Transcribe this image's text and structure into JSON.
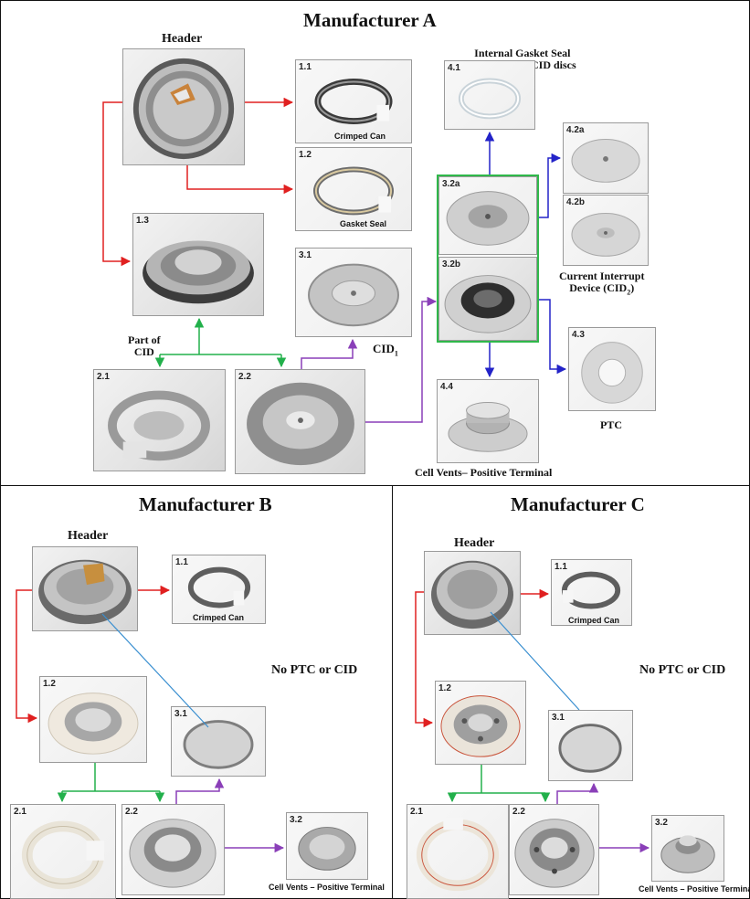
{
  "manufacturer_a": {
    "title": "Manufacturer A",
    "header_label": "Header",
    "items": {
      "i11": {
        "num": "1.1",
        "caption": "Crimped Can"
      },
      "i12": {
        "num": "1.2",
        "caption": "Gasket Seal"
      },
      "i13": {
        "num": "1.3"
      },
      "i21": {
        "num": "2.1"
      },
      "i22": {
        "num": "2.2"
      },
      "i31": {
        "num": "3.1"
      },
      "i32a": {
        "num": "3.2a"
      },
      "i32b": {
        "num": "3.2b"
      },
      "i41": {
        "num": "4.1"
      },
      "i42a": {
        "num": "4.2a"
      },
      "i42b": {
        "num": "4.2b"
      },
      "i43": {
        "num": "4.3"
      },
      "i44": {
        "num": "4.4"
      }
    },
    "labels": {
      "internal_gasket_line1": "Internal Gasket Seal",
      "internal_gasket_line2": "Between two CID discs",
      "part_of_cid_line1": "Part of",
      "part_of_cid_line2": "CID",
      "cid1": "CID",
      "cid1_sub": "1",
      "current_interrupt_line1": "Current Interrupt",
      "current_interrupt_line2": "Device (CID",
      "current_interrupt_sub": "2",
      "current_interrupt_close": ")",
      "ptc": "PTC",
      "cell_vents": "Cell Vents– Positive Terminal"
    }
  },
  "manufacturer_b": {
    "title": "Manufacturer B",
    "header_label": "Header",
    "note": "No PTC  or CID",
    "items": {
      "i11": {
        "num": "1.1",
        "caption": "Crimped Can"
      },
      "i12": {
        "num": "1.2"
      },
      "i21": {
        "num": "2.1"
      },
      "i22": {
        "num": "2.2"
      },
      "i31": {
        "num": "3.1"
      },
      "i32": {
        "num": "3.2"
      }
    },
    "cell_vents": "Cell Vents – Positive Terminal"
  },
  "manufacturer_c": {
    "title": "Manufacturer C",
    "header_label": "Header",
    "note": "No PTC  or CID",
    "items": {
      "i11": {
        "num": "1.1",
        "caption": "Crimped Can"
      },
      "i12": {
        "num": "1.2"
      },
      "i21": {
        "num": "2.1"
      },
      "i22": {
        "num": "2.2"
      },
      "i31": {
        "num": "3.1"
      },
      "i32": {
        "num": "3.2"
      }
    },
    "cell_vents": "Cell Vents – Positive Terminal"
  },
  "colors": {
    "red_arrow": "#e02020",
    "green_arrow": "#22b04b",
    "purple_arrow": "#8a3fb8",
    "blue_arrow": "#2323c8",
    "thin_link": "#3a8fd0"
  }
}
